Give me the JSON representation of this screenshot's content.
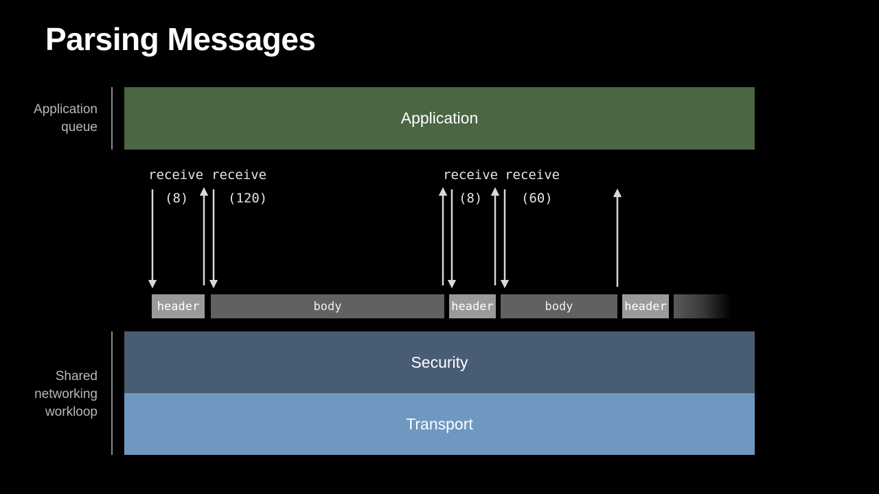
{
  "title": "Parsing Messages",
  "side_labels": {
    "application_queue": [
      "Application",
      "queue"
    ],
    "shared_workloop": [
      "Shared",
      "networking",
      "workloop"
    ]
  },
  "layers": {
    "application": "Application",
    "security": "Security",
    "transport": "Transport"
  },
  "receives": [
    {
      "label": "receive",
      "arg": "(8)"
    },
    {
      "label": "receive",
      "arg": "(120)"
    },
    {
      "label": "receive",
      "arg": "(8)"
    },
    {
      "label": "receive",
      "arg": "(60)"
    }
  ],
  "segments": [
    {
      "kind": "header",
      "label": "header"
    },
    {
      "kind": "body",
      "label": "body"
    },
    {
      "kind": "header",
      "label": "header"
    },
    {
      "kind": "body",
      "label": "body"
    },
    {
      "kind": "header",
      "label": "header"
    },
    {
      "kind": "partial",
      "label": ""
    }
  ],
  "colors": {
    "application": "#4a6643",
    "security": "#485c73",
    "transport": "#6f98c1",
    "header_segment": "#9a9a9a",
    "body_segment": "#616161",
    "arrow": "#d9d9d9"
  }
}
